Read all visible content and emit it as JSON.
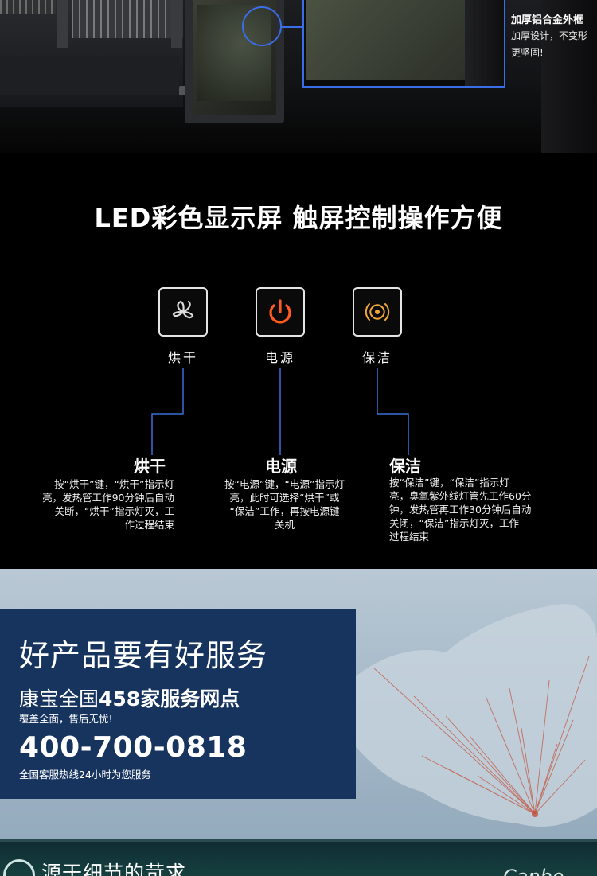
{
  "top": {
    "frame_title": "加厚铝合金外框",
    "frame_desc_line1": "加厚设计，不变形",
    "frame_desc_line2": "更坚固!"
  },
  "led": {
    "heading": "LED彩色显示屏 触屏控制操作方便",
    "buttons": [
      {
        "label": "烘干",
        "icon": "fan-icon"
      },
      {
        "label": "电源",
        "icon": "power-icon"
      },
      {
        "label": "保洁",
        "icon": "ozone-icon"
      }
    ],
    "features": [
      {
        "title": "烘干",
        "desc": [
          "按“烘干”键，“烘干”指示灯",
          "亮，发热管工作90分钟后自动",
          "关断，“烘干”指示灯灭，工",
          "作过程结束"
        ]
      },
      {
        "title": "电源",
        "desc": [
          "按“电源”键，“电源”指示灯",
          "亮，此时可选择“烘干”或",
          "“保洁”工作，再按电源键",
          "关机"
        ]
      },
      {
        "title": "保洁",
        "desc": [
          "按“保洁”键，“保洁”指示灯",
          "亮，臭氧紫外线灯管先工作60分",
          "钟，发热管再工作30分钟后自动",
          "关闭，“保洁”指示灯灭，工作",
          "过程结束"
        ]
      }
    ],
    "colors": {
      "accent_line": "#3b6fd8",
      "power_icon": "#ff5a1f",
      "ozone_icon": "#f2a93b"
    }
  },
  "service": {
    "title": "好产品要有好服务",
    "line1_prefix": "康宝全国",
    "line1_bold": "458家服务网点",
    "line2": "覆盖全面，售后无忧!",
    "phone": "400-700-0818",
    "line3": "全国客服热线24小时为您服务",
    "colors": {
      "panel": "#17345f",
      "map_bg": "#b0c2cf"
    }
  },
  "bottom": {
    "title": "源于细节的苛求",
    "logo": "Canbo"
  }
}
